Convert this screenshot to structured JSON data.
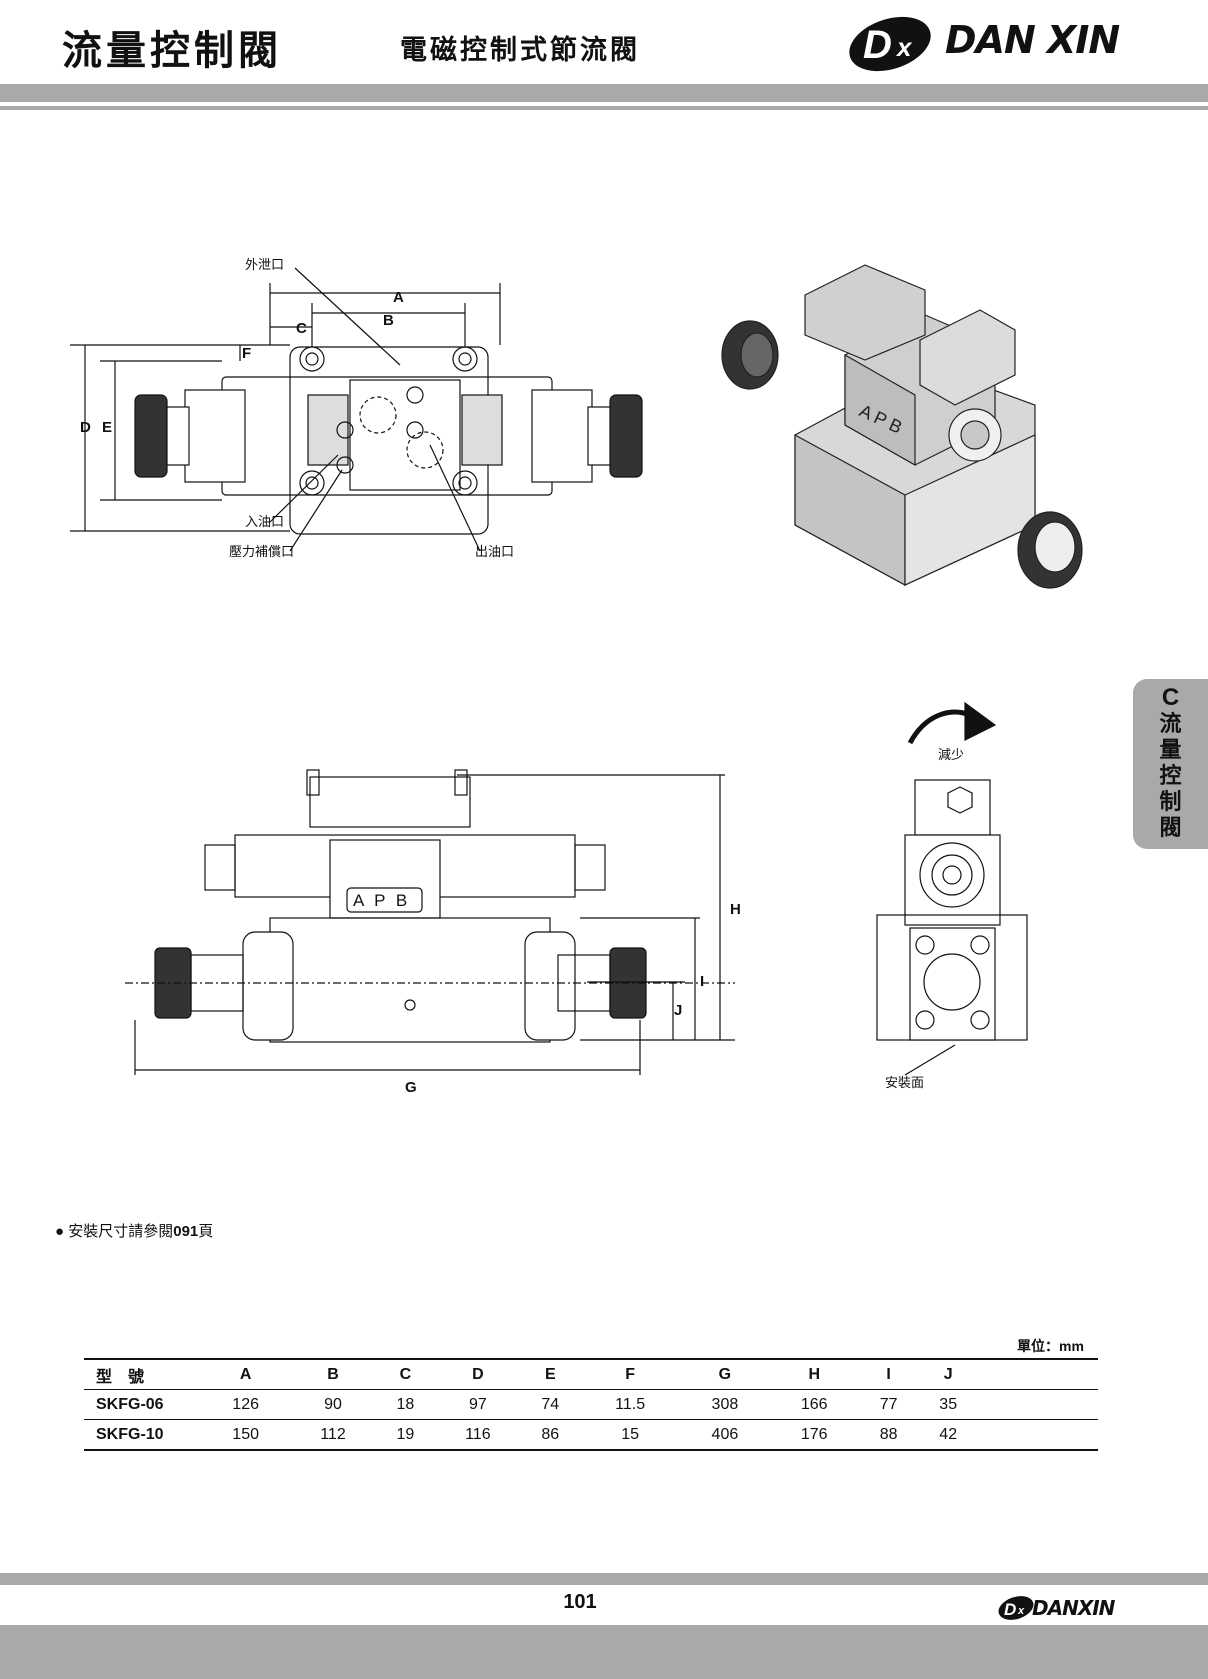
{
  "header": {
    "title_main": "流量控制閥",
    "title_sub": "電磁控制式節流閥",
    "brand": "DAN XIN"
  },
  "side_tab": {
    "letter": "C",
    "chars": [
      "流",
      "量",
      "控",
      "制",
      "閥"
    ]
  },
  "top_drawing": {
    "labels": {
      "drain_port": "外泄口",
      "inlet_port": "入油口",
      "pressure_comp_port": "壓力補償口",
      "outlet_port": "出油口",
      "dim_a": "A",
      "dim_b": "B",
      "dim_c": "C",
      "dim_d": "D",
      "dim_e": "E",
      "dim_f": "F"
    },
    "valve_mark": "A P B"
  },
  "front_drawing": {
    "labels": {
      "dim_g": "G",
      "dim_h": "H",
      "dim_i": "I",
      "dim_j": "J"
    },
    "valve_mark": "A P B"
  },
  "side_drawing": {
    "decrease_label": "減少",
    "mounting_face_label": "安裝面"
  },
  "note": {
    "prefix": "● 安裝尺寸請參閱",
    "page_ref": "091",
    "suffix": "頁"
  },
  "table": {
    "unit_label": "單位：mm",
    "columns": [
      "型　號",
      "A",
      "B",
      "C",
      "D",
      "E",
      "F",
      "G",
      "H",
      "I",
      "J"
    ],
    "rows": [
      [
        "SKFG-06",
        "126",
        "90",
        "18",
        "97",
        "74",
        "11.5",
        "308",
        "166",
        "77",
        "35"
      ],
      [
        "SKFG-10",
        "150",
        "112",
        "19",
        "116",
        "86",
        "15",
        "406",
        "176",
        "88",
        "42"
      ]
    ]
  },
  "footer": {
    "page_number": "101",
    "brand": "DANXIN"
  }
}
